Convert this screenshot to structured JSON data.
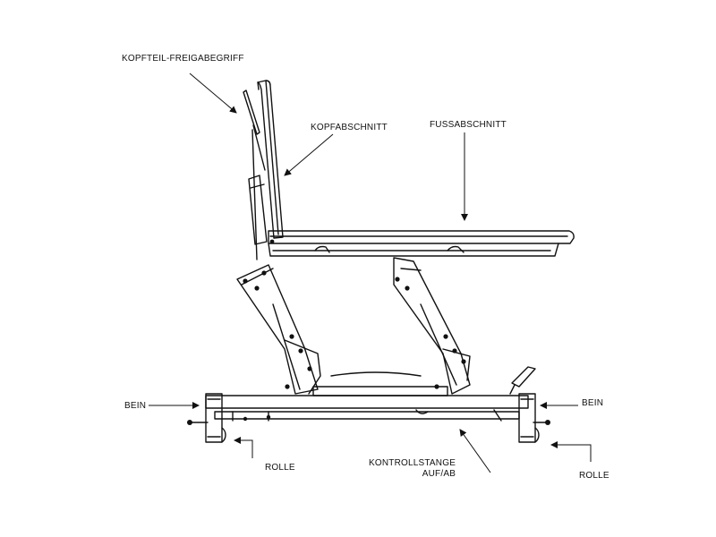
{
  "labels": {
    "head_release": "KOPFTEIL-FREIGABEGRIFF",
    "head_section": "KOPFABSCHNITT",
    "foot_section": "FUSSABSCHNITT",
    "leg_left": "BEIN",
    "leg_right": "BEIN",
    "roller_left": "ROLLE",
    "roller_right": "ROLLE",
    "control_bar_line1": "KONTROLLSTANGE",
    "control_bar_line2": "AUF/AB"
  },
  "colors": {
    "line": "#111111",
    "background": "#ffffff"
  }
}
